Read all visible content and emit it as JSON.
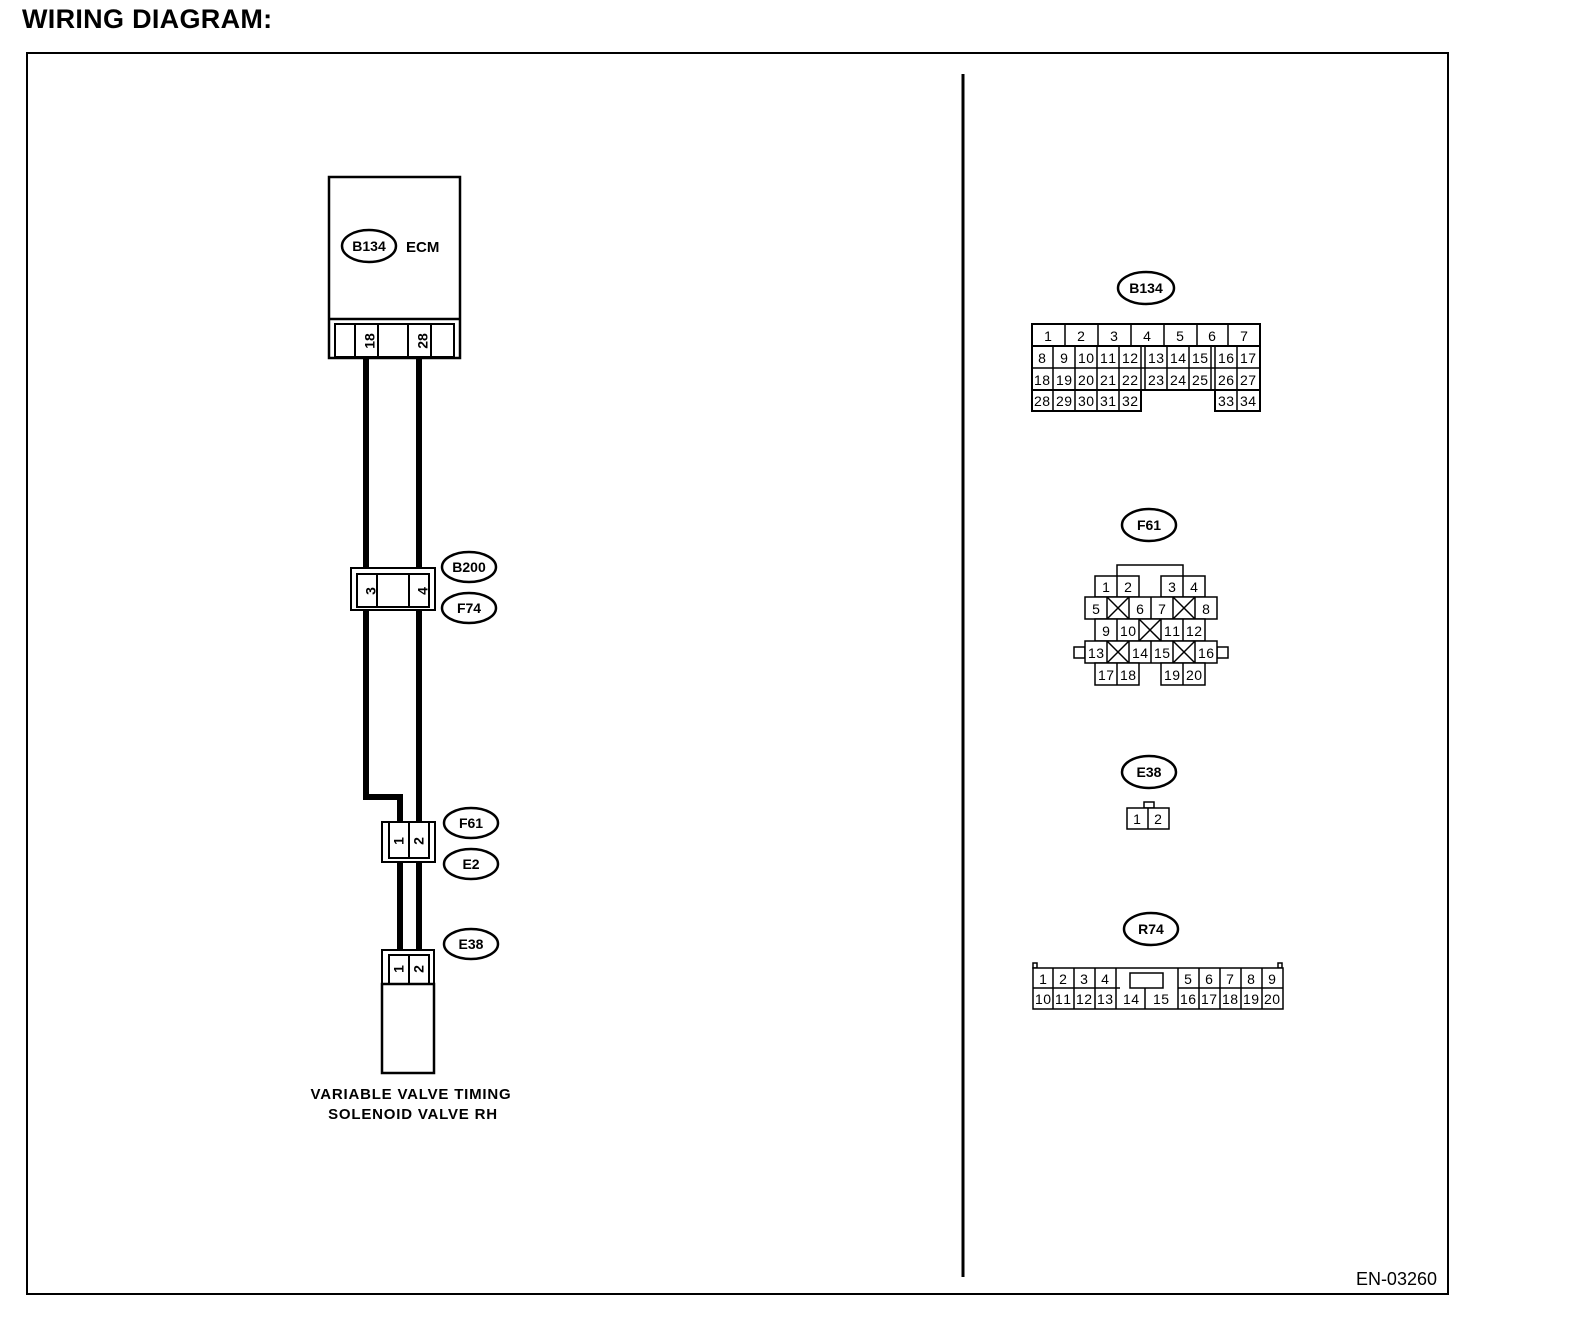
{
  "header": {
    "title": "WIRING DIAGRAM:"
  },
  "ecm": {
    "connector": "B134",
    "label": "ECM",
    "pins": [
      "18",
      "28"
    ]
  },
  "joint1": {
    "upper_connector": "B200",
    "lower_connector": "F74",
    "pins": [
      "3",
      "4"
    ]
  },
  "joint2": {
    "upper_connector": "F61",
    "lower_connector": "E2",
    "pins": [
      "1",
      "2"
    ]
  },
  "solenoid": {
    "connector": "E38",
    "pins": [
      "1",
      "2"
    ],
    "label_line1": "VARIABLE VALVE TIMING",
    "label_line2": "SOLENOID VALVE RH"
  },
  "connector_views": {
    "b134": {
      "id": "B134",
      "rows": [
        [
          "1",
          "2",
          "3",
          "4",
          "5",
          "6",
          "7"
        ],
        [
          "8",
          "9",
          "10",
          "11",
          "12",
          "13",
          "14",
          "15",
          "16",
          "17"
        ],
        [
          "18",
          "19",
          "20",
          "21",
          "22",
          "23",
          "24",
          "25",
          "26",
          "27"
        ],
        [
          "28",
          "29",
          "30",
          "31",
          "32",
          "33",
          "34"
        ]
      ]
    },
    "f61": {
      "id": "F61",
      "rows": [
        [
          "1",
          "2",
          "3",
          "4"
        ],
        [
          "5",
          "6",
          "7",
          "8"
        ],
        [
          "9",
          "10",
          "11",
          "12"
        ],
        [
          "13",
          "14",
          "15",
          "16"
        ],
        [
          "17",
          "18",
          "19",
          "20"
        ]
      ]
    },
    "e38": {
      "id": "E38",
      "pins": [
        "1",
        "2"
      ]
    },
    "r74": {
      "id": "R74",
      "rows": [
        [
          "1",
          "2",
          "3",
          "4",
          "5",
          "6",
          "7",
          "8",
          "9"
        ],
        [
          "10",
          "11",
          "12",
          "13",
          "14",
          "15",
          "16",
          "17",
          "18",
          "19",
          "20"
        ]
      ]
    }
  },
  "footer": {
    "code": "EN-03260"
  }
}
